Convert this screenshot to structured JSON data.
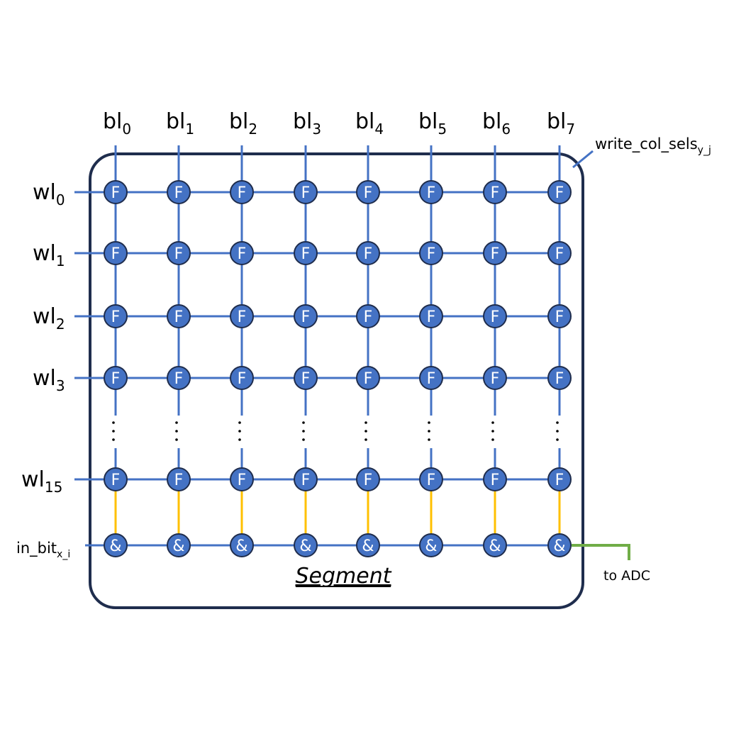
{
  "diagram": {
    "bitlines": [
      {
        "base": "bl",
        "sub": "0"
      },
      {
        "base": "bl",
        "sub": "1"
      },
      {
        "base": "bl",
        "sub": "2"
      },
      {
        "base": "bl",
        "sub": "3"
      },
      {
        "base": "bl",
        "sub": "4"
      },
      {
        "base": "bl",
        "sub": "5"
      },
      {
        "base": "bl",
        "sub": "6"
      },
      {
        "base": "bl",
        "sub": "7"
      }
    ],
    "wordlines": [
      {
        "base": "wl",
        "sub": "0"
      },
      {
        "base": "wl",
        "sub": "1"
      },
      {
        "base": "wl",
        "sub": "2"
      },
      {
        "base": "wl",
        "sub": "3"
      },
      {
        "base": "wl",
        "sub": "15"
      }
    ],
    "write_col_sels": {
      "base": "write_col_sels",
      "sub": "y_j"
    },
    "in_bit": {
      "base": "in_bit",
      "sub": "x_i"
    },
    "cell_symbol": "F",
    "and_symbol": "&",
    "ellipsis": "⋮",
    "segment_label": "Segment",
    "to_adc_label": "to ADC",
    "colors": {
      "wire": "#4472c4",
      "node_fill": "#4472c4",
      "node_stroke": "#1f2d4d",
      "border": "#1f2d4d",
      "and_link": "#ffc000",
      "adc_wire": "#70ad47"
    }
  }
}
